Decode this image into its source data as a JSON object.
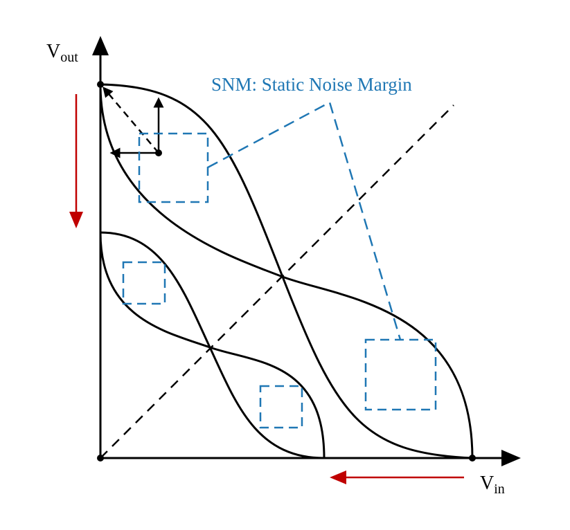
{
  "labels": {
    "y_axis": "V",
    "y_axis_sub": "out",
    "x_axis": "V",
    "x_axis_sub": "in",
    "annotation": "SNM: Static Noise Margin"
  },
  "colors": {
    "curve": "#000000",
    "snm": "#1f77b4",
    "arrow_red": "#c00000"
  }
}
